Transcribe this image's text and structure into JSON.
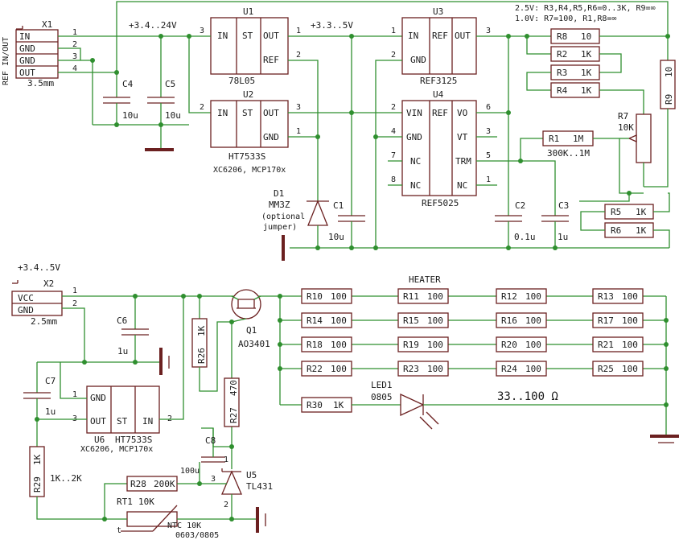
{
  "notes": {
    "line1": "2.5V: R3,R4,R5,R6=0..3K, R9=∞",
    "line2": "1.0V: R7=100, R1,R8=∞"
  },
  "x1": {
    "ref": "X1",
    "side_label": "REF IN/OUT",
    "pins": [
      "IN",
      "GND",
      "GND",
      "OUT"
    ],
    "pin_numbers": [
      "1",
      "2",
      "3",
      "4"
    ],
    "size": "3.5mm"
  },
  "nets": {
    "supply_top": "+3.4..24V",
    "supply_mid": "+3.3..5V",
    "supply_bottom": "+3.4..5V"
  },
  "caps": {
    "c4": {
      "ref": "C4",
      "value": "10u"
    },
    "c5": {
      "ref": "C5",
      "value": "10u"
    },
    "c1": {
      "ref": "C1",
      "value": "10u"
    },
    "c2": {
      "ref": "C2",
      "value": "0.1u"
    },
    "c3": {
      "ref": "C3",
      "value": "1u"
    },
    "c6": {
      "ref": "C6",
      "value": "1u"
    },
    "c7": {
      "ref": "C7",
      "value": "1u"
    },
    "c8": {
      "ref": "C8",
      "value": "100u"
    }
  },
  "u1": {
    "ref": "U1",
    "part": "78L05",
    "in": "IN",
    "st": "ST",
    "out": "OUT",
    "refpin": "REF",
    "pins": [
      "3",
      "1",
      "2"
    ]
  },
  "u2": {
    "ref": "U2",
    "part": "HT7533S",
    "alt": "XC6206, MCP170x",
    "in": "IN",
    "st": "ST",
    "out": "OUT",
    "gnd": "GND",
    "pins": [
      "2",
      "3",
      "1"
    ]
  },
  "u3": {
    "ref": "U3",
    "part": "REF3125",
    "in": "IN",
    "refpin": "REF",
    "out": "OUT",
    "gnd": "GND",
    "pins": [
      "1",
      "3",
      "2"
    ]
  },
  "u4": {
    "ref": "U4",
    "part": "REF5025",
    "left": [
      "VIN",
      "GND",
      "NC",
      "NC"
    ],
    "left_pins": [
      "2",
      "4",
      "7",
      "8"
    ],
    "right": [
      "VO",
      "VT",
      "TRM",
      "NC"
    ],
    "right_pins": [
      "6",
      "3",
      "5",
      "1"
    ],
    "refpin": "REF"
  },
  "d1": {
    "ref": "D1",
    "part": "MM3Z",
    "note1": "(optional",
    "note2": "jumper)"
  },
  "resistors_top": {
    "r8": {
      "ref": "R8",
      "value": "10"
    },
    "r2": {
      "ref": "R2",
      "value": "1K"
    },
    "r3": {
      "ref": "R3",
      "value": "1K"
    },
    "r4": {
      "ref": "R4",
      "value": "1K"
    },
    "r9": {
      "ref": "R9",
      "value": "10"
    },
    "r1": {
      "ref": "R1",
      "value": "1M",
      "range": "300K..1M"
    },
    "r7": {
      "ref": "R7",
      "value": "10K"
    },
    "r5": {
      "ref": "R5",
      "value": "1K"
    },
    "r6": {
      "ref": "R6",
      "value": "1K"
    }
  },
  "x2": {
    "ref": "X2",
    "pins": [
      "VCC",
      "GND"
    ],
    "pin_numbers": [
      "1",
      "2"
    ],
    "size": "2.5mm"
  },
  "heater": {
    "label": "HEATER",
    "rows": [
      [
        {
          "ref": "R10",
          "value": "100"
        },
        {
          "ref": "R11",
          "value": "100"
        },
        {
          "ref": "R12",
          "value": "100"
        },
        {
          "ref": "R13",
          "value": "100"
        }
      ],
      [
        {
          "ref": "R14",
          "value": "100"
        },
        {
          "ref": "R15",
          "value": "100"
        },
        {
          "ref": "R16",
          "value": "100"
        },
        {
          "ref": "R17",
          "value": "100"
        }
      ],
      [
        {
          "ref": "R18",
          "value": "100"
        },
        {
          "ref": "R19",
          "value": "100"
        },
        {
          "ref": "R20",
          "value": "100"
        },
        {
          "ref": "R21",
          "value": "100"
        }
      ],
      [
        {
          "ref": "R22",
          "value": "100"
        },
        {
          "ref": "R23",
          "value": "100"
        },
        {
          "ref": "R24",
          "value": "100"
        },
        {
          "ref": "R25",
          "value": "100"
        }
      ]
    ],
    "range": "33..100 Ω"
  },
  "r30": {
    "ref": "R30",
    "value": "1K"
  },
  "led1": {
    "ref": "LED1",
    "package": "0805"
  },
  "q1": {
    "ref": "Q1",
    "part": "AO3401"
  },
  "r26": {
    "ref": "R26",
    "value": "1K"
  },
  "r27": {
    "ref": "R27",
    "value": "470"
  },
  "u5": {
    "ref": "U5",
    "part": "TL431",
    "pins": [
      "1",
      "3",
      "2"
    ]
  },
  "u6": {
    "ref": "U6",
    "part": "HT7533S",
    "alt": "XC6206, MCP170x",
    "gnd": "GND",
    "st": "ST",
    "out": "OUT",
    "in": "IN",
    "pins": [
      "1",
      "3",
      "2"
    ]
  },
  "r29": {
    "ref": "R29",
    "value": "1K",
    "range": "1K..2K"
  },
  "r28": {
    "ref": "R28",
    "value": "200K"
  },
  "rt1": {
    "ref": "RT1",
    "value": "10K",
    "type": "NTC 10K",
    "package": "0603/0805",
    "symbol": "t"
  }
}
